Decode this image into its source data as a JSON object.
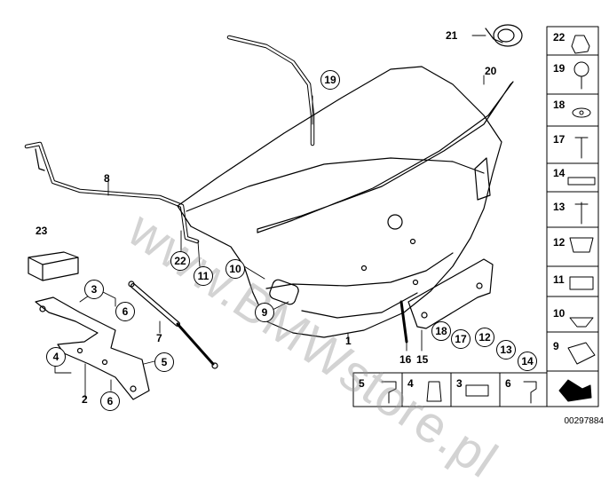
{
  "watermark": "www.BMWstore.pl",
  "diagram_code": "00297884",
  "callouts": [
    "19",
    "22",
    "11",
    "10",
    "9",
    "3",
    "6",
    "4",
    "6",
    "5",
    "18",
    "17",
    "12",
    "13",
    "14"
  ],
  "labels": [
    "21",
    "20",
    "8",
    "23",
    "7",
    "2",
    "1",
    "16",
    "15"
  ],
  "side_panel": [
    "22",
    "19",
    "18",
    "17",
    "14",
    "13",
    "12",
    "11",
    "10",
    "9"
  ],
  "bottom_row": [
    "5",
    "4",
    "3",
    "6"
  ]
}
